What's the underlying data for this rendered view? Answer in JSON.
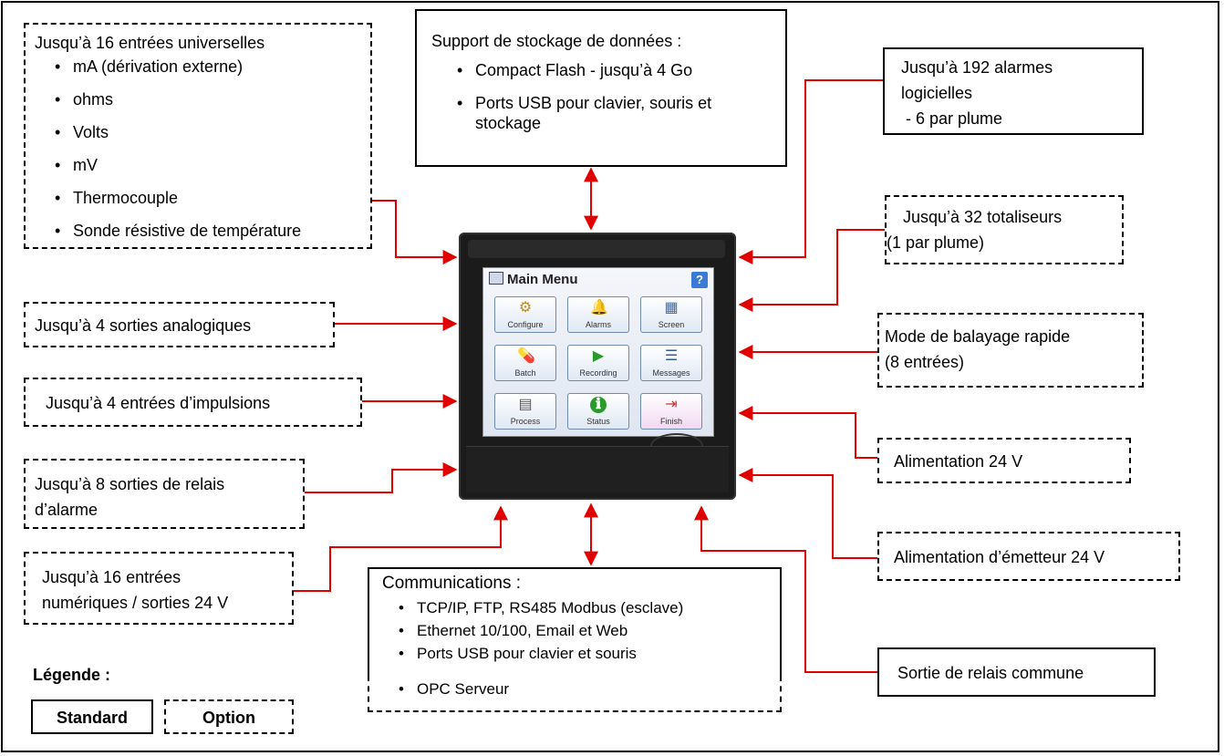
{
  "boxes": {
    "entrees_universelles": {
      "title": "Jusqu’à 16 entrées universelles",
      "items": [
        "mA (dérivation externe)",
        "ohms",
        "Volts",
        "mV",
        "Thermocouple",
        "Sonde résistive de température"
      ]
    },
    "stockage": {
      "title": "Support de stockage de données :",
      "items": [
        "Compact Flash - jusqu’à 4 Go",
        "Ports USB pour clavier, souris et",
        "stockage"
      ]
    },
    "alarmes": {
      "line1": "Jusqu’à 192 alarmes",
      "line2": "logicielles",
      "line3": " - 6 par plume"
    },
    "totaliseurs": {
      "line1": "Jusqu’à 32 totaliseurs",
      "line2": "(1 par plume)"
    },
    "balayage": {
      "line1": "Mode de balayage rapide",
      "line2": "(8 entrées)"
    },
    "sorties_analogiques": "Jusqu’à 4 sorties analogiques",
    "impulsions": "Jusqu’à 4 entrées d’impulsions",
    "relais_alarme": {
      "line1": "Jusqu’à 8 sorties de relais",
      "line2": "d’alarme"
    },
    "numeriques": {
      "line1": "Jusqu’à 16 entrées",
      "line2": "numériques / sorties 24 V"
    },
    "alimentation": "Alimentation 24 V",
    "alim_emetteur": "Alimentation d’émetteur 24 V",
    "relais_commune": "Sortie de relais commune",
    "communications": {
      "title": "Communications :",
      "items": [
        "TCP/IP, FTP, RS485 Modbus (esclave)",
        "Ethernet 10/100, Email et Web",
        "Ports USB pour clavier et souris"
      ],
      "option_item": "OPC Serveur"
    }
  },
  "legend": {
    "title": "Légende :",
    "standard": "Standard",
    "option": "Option"
  },
  "device": {
    "menu_title": "Main Menu",
    "help": "?",
    "tiles": [
      {
        "label": "Configure",
        "icon": "⚙"
      },
      {
        "label": "Alarms",
        "icon": "🔔"
      },
      {
        "label": "Screen",
        "icon": "▦"
      },
      {
        "label": "Batch",
        "icon": "💊"
      },
      {
        "label": "Recording",
        "icon": "▶"
      },
      {
        "label": "Messages",
        "icon": "☰"
      },
      {
        "label": "Process",
        "icon": "▤"
      },
      {
        "label": "Status",
        "icon": "ℹ"
      },
      {
        "label": "Finish",
        "icon": "⇥"
      }
    ]
  },
  "colors": {
    "arrow": "#e00000",
    "border": "#000000"
  }
}
